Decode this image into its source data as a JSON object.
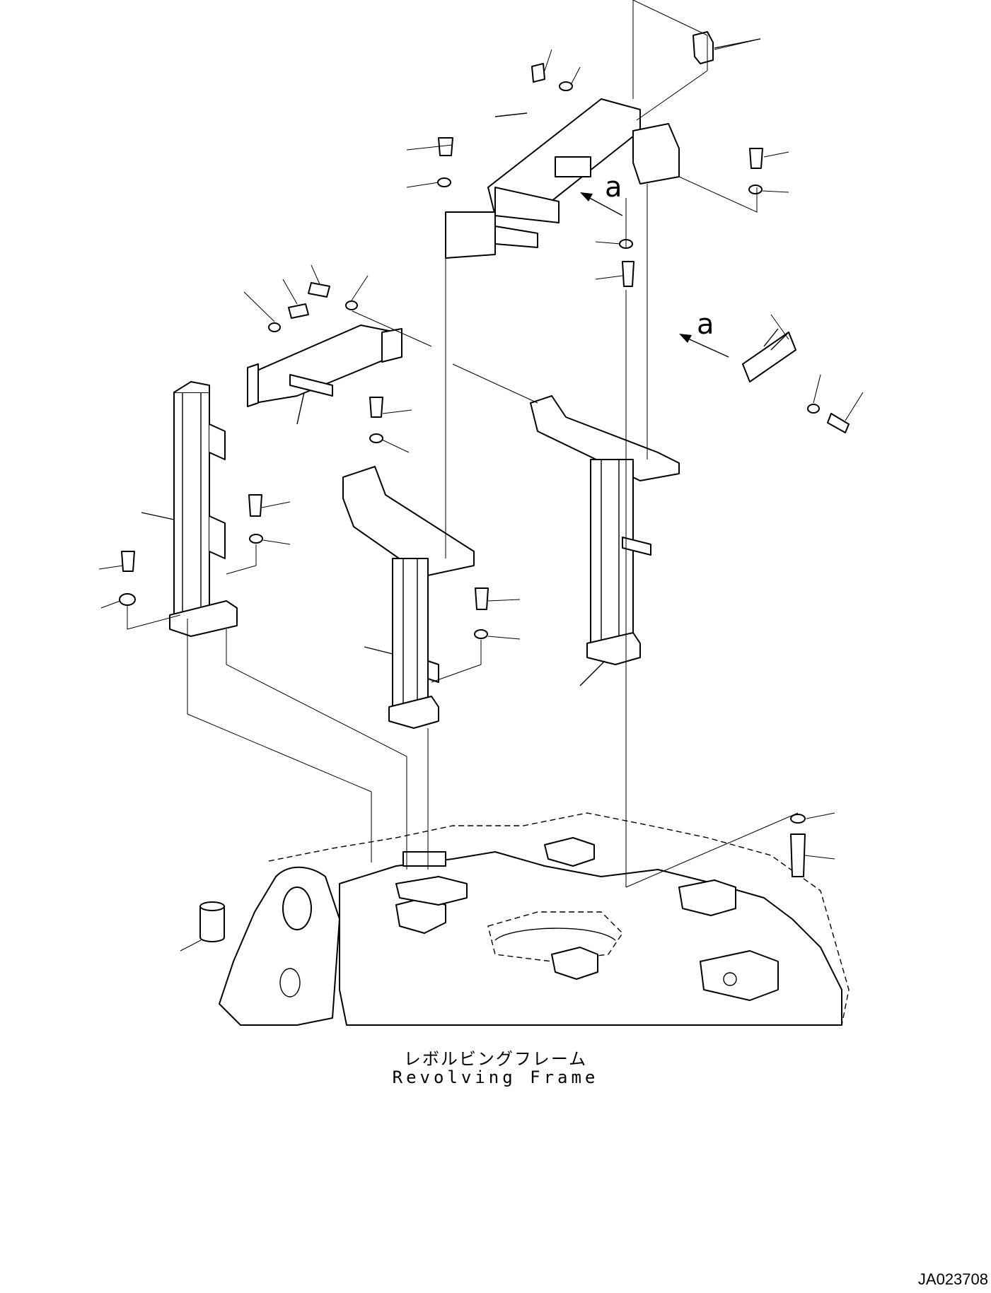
{
  "figure": {
    "caption_jp": "レボルビングフレーム",
    "caption_en": "Revolving Frame",
    "drawing_id": "JA023708",
    "view_letter_1": "a",
    "view_letter_2": "a"
  }
}
